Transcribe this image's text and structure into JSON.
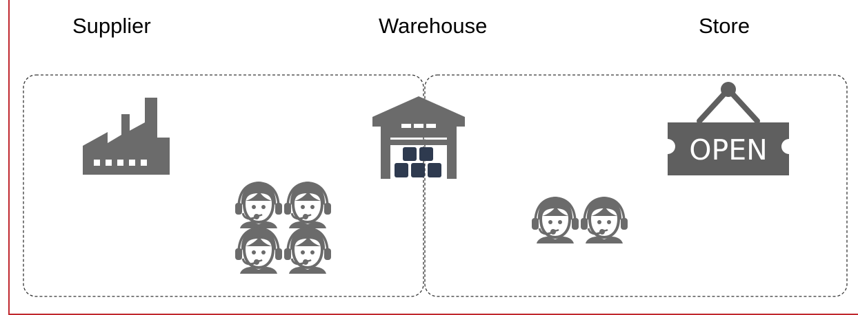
{
  "labels": {
    "supplier": "Supplier",
    "warehouse": "Warehouse",
    "store": "Store"
  },
  "open_sign": {
    "text": "OPEN"
  },
  "colors": {
    "icon_gray": "#6b6b6b",
    "box_navy": "#2e3a4f",
    "frame_red": "#c0272d",
    "zone_border": "#333333"
  },
  "icons": {
    "supplier": "factory-icon",
    "warehouse": "warehouse-icon",
    "store": "open-sign-icon",
    "supplier_agents": "call-center-agent-icon",
    "store_agents": "call-center-agent-icon"
  },
  "counts": {
    "supplier_agents": 4,
    "store_agents": 2
  }
}
